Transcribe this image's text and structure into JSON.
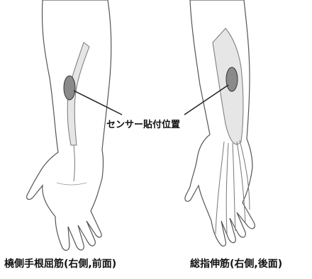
{
  "labels": {
    "sensor_position": "センサー貼付位置",
    "left_caption": "橈側手根屈筋(右側,前面)",
    "right_caption": "総指伸筋(右側,後面)"
  },
  "colors": {
    "skin_outline": "#555555",
    "skin_fill": "#ffffff",
    "muscle_fill": "#e6e6e6",
    "sensor_fill": "#8a8a8a",
    "leader_line": "#222222"
  }
}
